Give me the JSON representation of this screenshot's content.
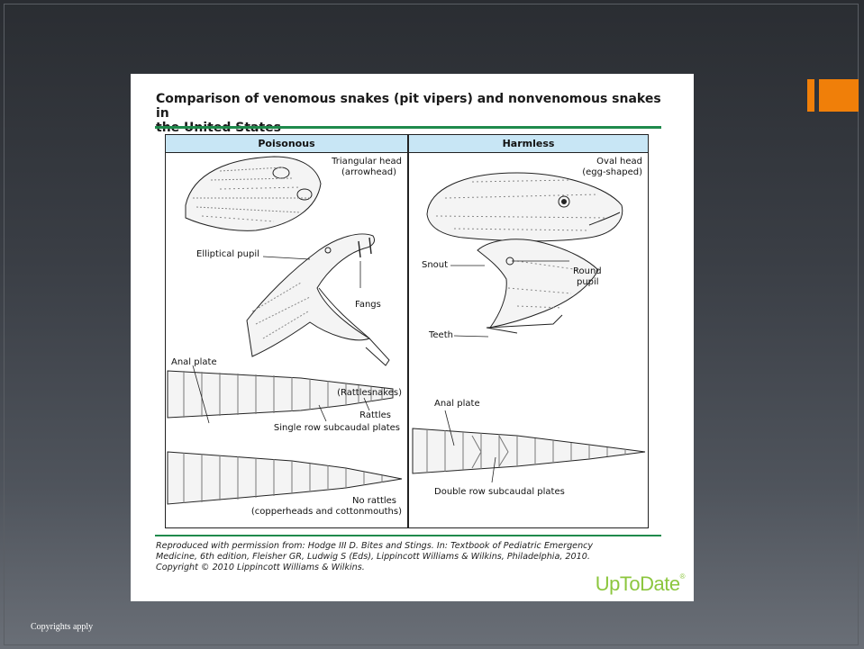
{
  "slide": {
    "footer_note": "Copyrights apply",
    "accent_color": "#f07f09"
  },
  "figure": {
    "title_line1": "Comparison of venomous snakes (pit vipers) and nonvenomous snakes in",
    "title_line2": "the United States",
    "rule_color": "#1f8a4c",
    "header_color": "#c8e6f5",
    "left": {
      "header": "Poisonous",
      "labels": {
        "triangular_head_1": "Triangular head",
        "triangular_head_2": "(arrowhead)",
        "elliptical_pupil": "Elliptical pupil",
        "fangs": "Fangs",
        "anal_plate": "Anal plate",
        "rattlesnakes": "(Rattlesnakes)",
        "rattles": "Rattles",
        "single_row": "Single row subcaudal plates",
        "no_rattles": "No rattles",
        "copperheads": "(copperheads and cottonmouths)"
      }
    },
    "right": {
      "header": "Harmless",
      "labels": {
        "oval_head_1": "Oval head",
        "oval_head_2": "(egg-shaped)",
        "snout": "Snout",
        "round_pupil_1": "Round",
        "round_pupil_2": "pupil",
        "teeth": "Teeth",
        "anal_plate": "Anal plate",
        "double_row": "Double row subcaudal plates"
      }
    },
    "citation": {
      "line1": "Reproduced with permission from: Hodge III D. Bites and Stings. In: Textbook of Pediatric Emergency",
      "line2": "Medicine, 6th edition, Fleisher GR, Ludwig S (Eds), Lippincott Williams & Wilkins, Philadelphia, 2010.",
      "line3": "Copyright © 2010 Lippincott Williams & Wilkins."
    },
    "logo_text": "UpToDate",
    "logo_mark": "®",
    "logo_color": "#8cc63e"
  }
}
